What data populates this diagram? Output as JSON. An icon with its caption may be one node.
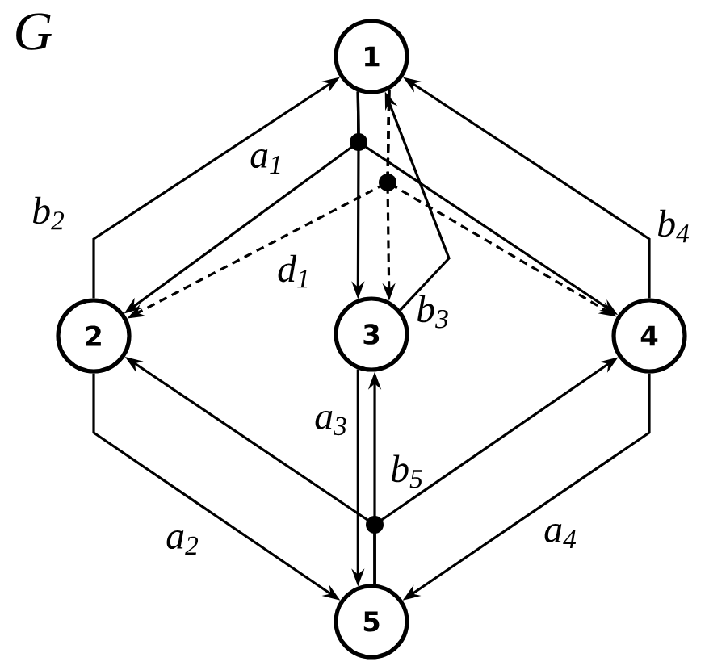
{
  "diagram": {
    "title": "G",
    "nodes": [
      {
        "text": [
          "1"
        ]
      },
      {
        "text": [
          "2"
        ]
      },
      {
        "text": [
          "3"
        ]
      },
      {
        "text": [
          "4"
        ]
      },
      {
        "text": [
          "5"
        ]
      }
    ],
    "edges": [
      {
        "from": 0,
        "to": 1,
        "arrow": "to",
        "label": "a$_{1}$"
      },
      {
        "from": 0,
        "to": 2,
        "arrow": "to"
      },
      {
        "from": 0,
        "to": 3,
        "arrow": "to"
      },
      {
        "from": 0,
        "to": 1,
        "arrow": "to",
        "style": "dashed",
        "label": "d$_{1}$"
      },
      {
        "from": 0,
        "to": 2,
        "arrow": "to",
        "style": "dashed"
      },
      {
        "from": 0,
        "to": 3,
        "arrow": "to",
        "style": "dashed"
      },
      {
        "from": 1,
        "to": 0,
        "arrow": "to",
        "label": "b$_{2}$"
      },
      {
        "from": 2,
        "to": 0,
        "arrow": "to",
        "label": "b$_{3}$"
      },
      {
        "from": 3,
        "to": 0,
        "arrow": "to",
        "label": "b$_{4}$"
      },
      {
        "from": 1,
        "to": 4,
        "arrow": "to",
        "label": "a$_{2}$"
      },
      {
        "from": 2,
        "to": 4,
        "arrow": "to",
        "label": "a$_{3}$"
      },
      {
        "from": 3,
        "to": 4,
        "arrow": "to",
        "label": "a$_{4}$"
      },
      {
        "from": 4,
        "to": 2,
        "arrow": "to",
        "label": "b$_{5}$"
      },
      {
        "from": 4,
        "to": 1,
        "arrow": "to"
      },
      {
        "from": 4,
        "to": 3,
        "arrow": "to"
      }
    ]
  }
}
